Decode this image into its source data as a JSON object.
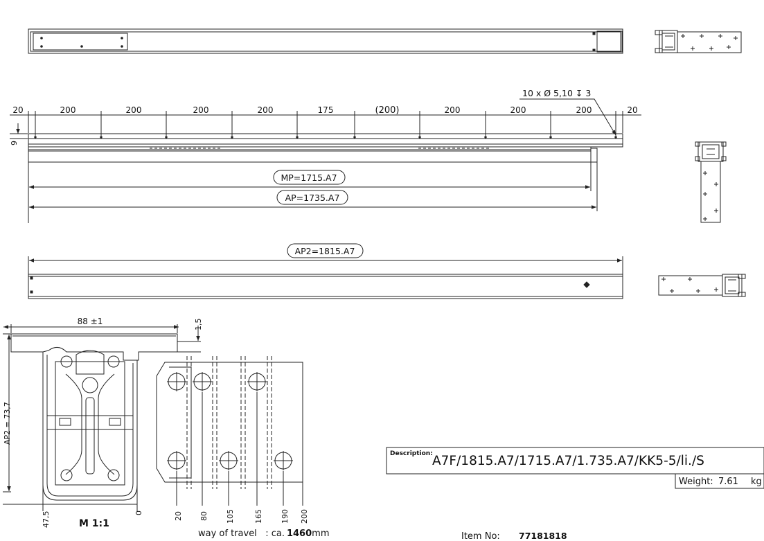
{
  "drawing": {
    "holes_note": "10 x Ø 5,10 ↧ 3",
    "top_dims": [
      "20",
      "200",
      "200",
      "200",
      "200",
      "175",
      "(200)",
      "200",
      "200",
      "200",
      "20"
    ],
    "side_dim": "9",
    "mp_label": "MP=1715.A7",
    "ap_label": "AP=1735.A7",
    "ap2_label": "AP2=1815.A7",
    "section": {
      "width_dim": "88 ±1",
      "gap_dim": "1,5",
      "height_dim": "AP2 = 73,7",
      "left_dim": "47,5",
      "scale": "M 1:1"
    },
    "pattern_ticks": [
      "0",
      "20",
      "80",
      "105",
      "165",
      "190",
      "200"
    ],
    "travel": {
      "prefix": "way of travel   : ca.",
      "value": "1460",
      "unit": "mm"
    }
  },
  "title_block": {
    "description_label": "Description:",
    "description": "A7F/1815.A7/1715.A7/1.735.A7/KK5-5/li./S",
    "weight_label": "Weight:",
    "weight_value": "7.61",
    "weight_unit": "kg",
    "item_label": "Item No:",
    "item_no": "77181818"
  }
}
